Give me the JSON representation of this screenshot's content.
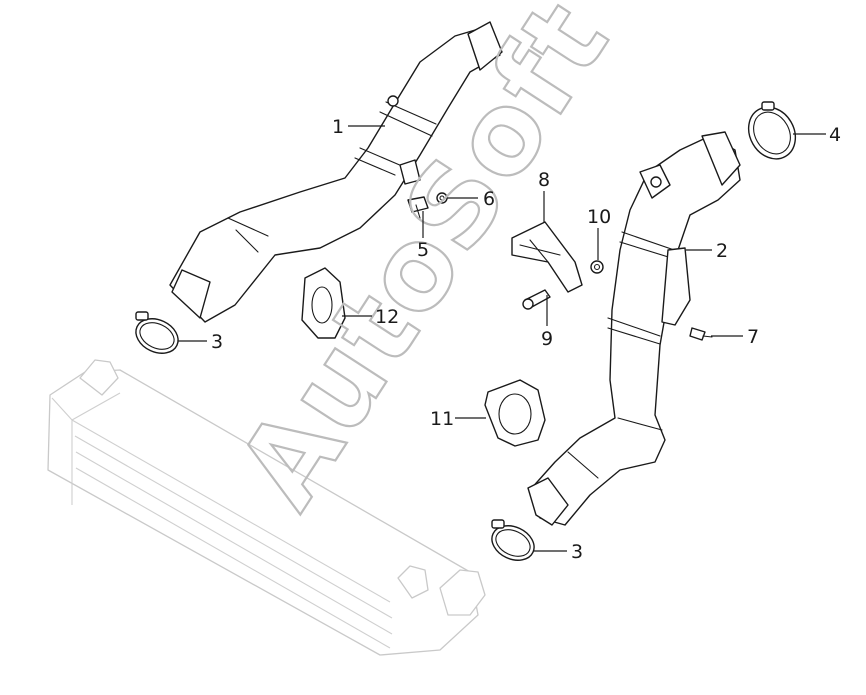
{
  "watermark": "AutoSoft",
  "callouts": [
    "1",
    "2",
    "3",
    "3",
    "4",
    "5",
    "6",
    "7",
    "8",
    "9",
    "10",
    "11",
    "12"
  ],
  "colors": {
    "line": "#1a1a1a",
    "ghost": "#c9c9c9",
    "watermark": "#bcbcbc"
  }
}
